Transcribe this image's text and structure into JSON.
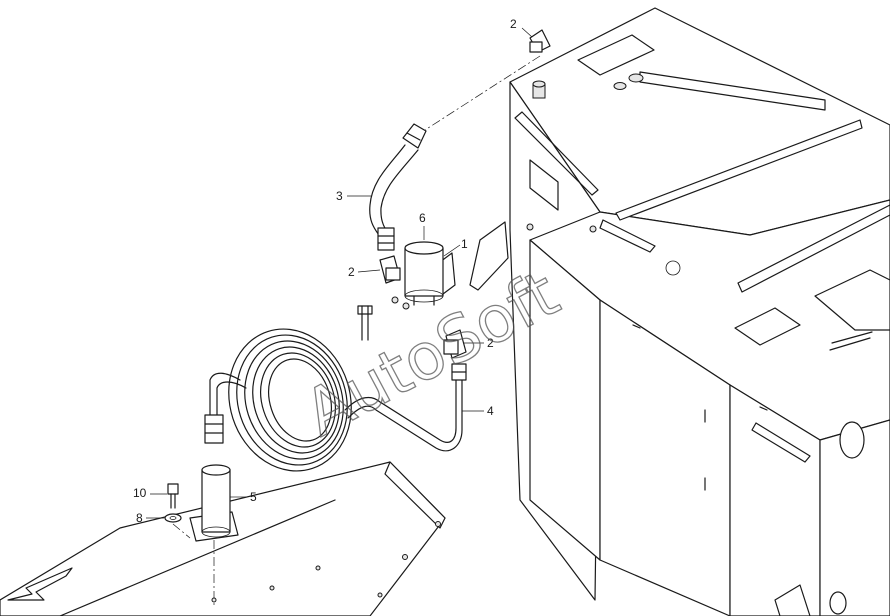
{
  "watermark": "AutoSoft",
  "callouts": {
    "c1": "1",
    "c2a": "2",
    "c2b": "2",
    "c2c": "2",
    "c3": "3",
    "c4": "4",
    "c5": "5",
    "c6": "6",
    "c8": "8",
    "c10": "10"
  }
}
